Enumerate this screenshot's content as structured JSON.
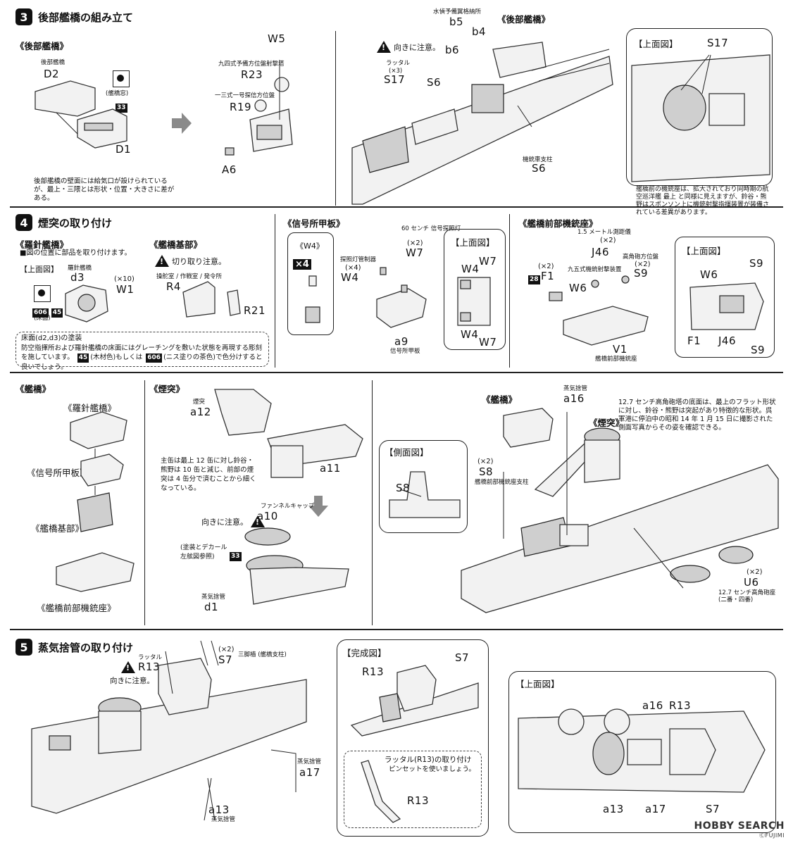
{
  "step3": {
    "num": "3",
    "title": "後部艦橋の組み立て",
    "section_label": "《後部艦橋》",
    "d2_caption": "後部艦橋",
    "d2": "D2",
    "window_caption": "(艦橋窓)",
    "swatch33": "33",
    "d1": "D1",
    "w5": "W5",
    "r23_caption": "九四式予備方位盤射撃塔",
    "r23": "R23",
    "r19_caption": "一三式一号探信方位盤",
    "r19": "R19",
    "a6": "A6",
    "note": "後部艦橋の壁面には給気口が設けられているが、最上・三隈とは形状・位置・大きさに差がある。",
    "caution": "向きに注意。",
    "s17_caption": "ラッタル",
    "s17_count": "(×3)",
    "s17": "S17",
    "b5_caption": "水偵予備翼格納所",
    "b5": "b5",
    "b4": "b4",
    "b6": "b6",
    "s6": "S6",
    "rear_bridge_label": "《後部艦橋》",
    "s6_caption": "機銃車支柱",
    "s6b": "S6",
    "top_view": "【上面図】",
    "s17b": "S17",
    "top_note": "艦橋前の機銃座は、拡大されており同時期の航空巡洋艦 最上 と同様に見えますが、鈴谷・熊野はスポンソン上に機銃射撃指揮装置が装備されている差異があります。"
  },
  "step4": {
    "num": "4",
    "title": "煙突の取り付け",
    "compass_label": "《羅針艦橋》",
    "compass_note": "■図の位置に部品を取り付けます。",
    "top_view": "【上面図】",
    "d3_caption": "羅針艦橋",
    "d3": "d3",
    "w1_count": "(×10)",
    "w1": "W1",
    "swatch606": "606",
    "swatch45": "45",
    "floor_caption": "(床面)",
    "base_label": "《艦橋基部》",
    "base_caution": "切り取り注意。",
    "r4_caption": "操舵室 / 作戦室 / 発令所",
    "r4": "R4",
    "r21": "R21",
    "floor_title": "床面(d2,d3)の塗装",
    "floor_note_1": "防空指揮所および羅針艦橋の床面にはグレーチングを敷いた状態を再現する彫刻を施しています。",
    "floor_note_2": "(木材色)もしくは",
    "floor_note_3": "(ニス塗りの茶色)で色分けすると良いでしょう。",
    "signal_label": "《信号所甲板》",
    "w4_box": "《W4》",
    "x4": "×4",
    "w7_caption": "60 センチ 信号探照灯",
    "w7_count": "(×2)",
    "w7": "W7",
    "w4_caption": "探照灯管制器",
    "w4_count": "(×4)",
    "w4": "W4",
    "a9": "a9",
    "a9_caption": "信号所甲板",
    "top_view2": "【上面図】",
    "gun_label": "《艦橋前部機銃座》",
    "j46_caption": "1.5 メートル測距儀",
    "j46_count": "(×2)",
    "j46": "J46",
    "s9_caption": "高角砲方位盤",
    "s9_count": "(×2)",
    "s9": "S9",
    "f1_count": "(×2)",
    "swatch28": "28",
    "f1": "F1",
    "w6_caption": "九五式機銃射撃装置",
    "w6": "W6",
    "v1": "V1",
    "v1_caption": "艦橋前部機銃座",
    "top_view3": "【上面図】",
    "w6b": "W6",
    "s9b": "S9",
    "f1b": "F1",
    "j46b": "J46",
    "s9c": "S9"
  },
  "step4b": {
    "bridge_label": "《艦橋》",
    "compass": "《羅針艦橋》",
    "signal": "《信号所甲板》",
    "base": "《艦橋基部》",
    "gun": "《艦橋前部機銃座》",
    "funnel_label": "《煙突》",
    "a12_caption": "煙突",
    "a12": "a12",
    "a11": "a11",
    "funnel_note": "主缶は最上 12 缶に対し鈴谷・熊野は 10 缶と減じ、前部の煙突は 4 缶分で済むことから細くなっている。",
    "caution": "向きに注意。",
    "a10_caption": "ファンネルキャップ",
    "a10": "a10",
    "paint_note": "(塗装とデカール左舷図参照)",
    "swatch33": "33",
    "d1_caption": "蒸気捨管",
    "d1": "d1",
    "side_view": "【側面図】",
    "s8": "S8",
    "bridge2": "《艦橋》",
    "a16_caption": "蒸気捨管",
    "a16": "a16",
    "funnel2": "《煙突》",
    "s8_count": "(×2)",
    "s8b": "S8",
    "s8_caption": "艦橋前部機銃座支柱",
    "hull_note": "12.7 センチ高角砲塔の底面は、最上のフラット形状に対し、鈴谷・熊野は突起があり特徴的な形状。呉軍港に停泊中の昭和 14 年 1 月 15 日に撮影された側面写真からその姿を確認できる。",
    "u6_count": "(×2)",
    "u6": "U6",
    "u6_caption": "12.7 センチ高角砲座 (二番・四番)"
  },
  "step5": {
    "num": "5",
    "title": "蒸気捨管の取り付け",
    "r13_caption": "ラッタル",
    "r13": "R13",
    "caution": "向きに注意。",
    "s7_count": "(×2)",
    "s7": "S7",
    "s7_caption": "三脚檣 (艦橋支柱)",
    "a17_caption": "蒸気捨管",
    "a17": "a17",
    "a13": "a13",
    "a13_caption": "蒸気捨管",
    "done_view": "【完成図】",
    "s7b": "S7",
    "r13b": "R13",
    "ladder_title": "ラッタル(R13)の取り付け",
    "ladder_note": "ピンセットを使いましょう。",
    "r13c": "R13",
    "top_view": "【上面図】",
    "a16": "a16",
    "r13d": "R13",
    "a13b": "a13",
    "a17b": "a17",
    "s7c": "S7"
  },
  "footer": {
    "brand": "HOBBY SEARCH",
    "sub": "ⒸFUJIMI"
  }
}
